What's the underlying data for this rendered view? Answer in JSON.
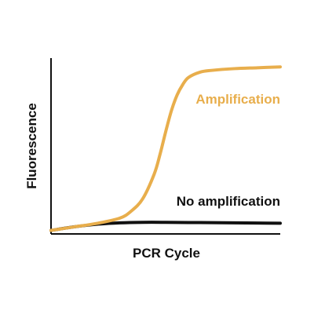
{
  "chart_data": {
    "type": "line",
    "xlabel": "PCR Cycle",
    "ylabel": "Fluorescence",
    "xlim": [
      0,
      40
    ],
    "ylim": [
      0,
      100
    ],
    "grid": false,
    "legend": "none (direct labels on curves)",
    "series": [
      {
        "name": "Amplification",
        "color": "#E8AE4C",
        "x": [
          0,
          4,
          8,
          12,
          14,
          16,
          18,
          19,
          20,
          21,
          22,
          23,
          24,
          26,
          28,
          32,
          36,
          40
        ],
        "y": [
          2,
          4,
          6,
          9,
          13,
          20,
          34,
          45,
          58,
          70,
          79,
          85,
          89,
          92,
          93,
          94,
          94.5,
          95
        ]
      },
      {
        "name": "No amplification",
        "color": "#111111",
        "x": [
          0,
          4,
          8,
          12,
          16,
          20,
          24,
          28,
          32,
          36,
          40
        ],
        "y": [
          2,
          4,
          5.5,
          6.3,
          6.6,
          6.6,
          6.5,
          6.4,
          6.3,
          6.2,
          6.1
        ]
      }
    ]
  }
}
